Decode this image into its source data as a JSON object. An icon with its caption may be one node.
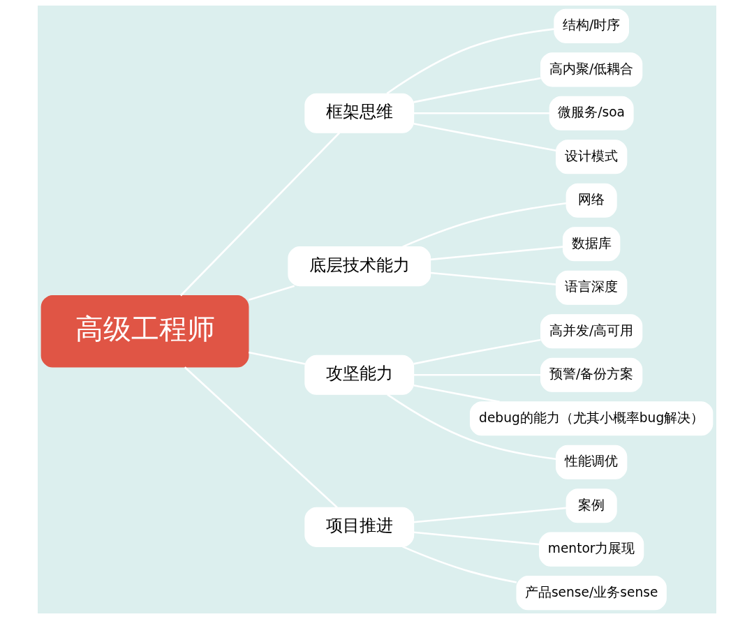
{
  "diagram": {
    "nodes": [
      {
        "text": [
          "高级工程师"
        ]
      },
      {
        "text": [
          "框架思维"
        ]
      },
      {
        "text": [
          "结构/时序"
        ]
      },
      {
        "text": [
          "高内聚/低耦合"
        ]
      },
      {
        "text": [
          "微服务/soa"
        ]
      },
      {
        "text": [
          "设计模式"
        ]
      },
      {
        "text": [
          "底层技术能力"
        ]
      },
      {
        "text": [
          "网络"
        ]
      },
      {
        "text": [
          "数据库"
        ]
      },
      {
        "text": [
          "语言深度"
        ]
      },
      {
        "text": [
          "攻坚能力"
        ]
      },
      {
        "text": [
          "高并发/高可用"
        ]
      },
      {
        "text": [
          "预警/备份方案"
        ]
      },
      {
        "text": [
          "debug的能力（尤其小概率bug解决）"
        ]
      },
      {
        "text": [
          "性能调优"
        ]
      },
      {
        "text": [
          "项目推进"
        ]
      },
      {
        "text": [
          "案例"
        ]
      },
      {
        "text": [
          "mentor力展现"
        ]
      },
      {
        "text": [
          "产品sense/业务sense"
        ]
      }
    ],
    "edges": [
      {
        "from": 0,
        "to": 1,
        "arrow": "none"
      },
      {
        "from": 1,
        "to": 2,
        "arrow": "none"
      },
      {
        "from": 1,
        "to": 3,
        "arrow": "none"
      },
      {
        "from": 1,
        "to": 4,
        "arrow": "none"
      },
      {
        "from": 1,
        "to": 5,
        "arrow": "none"
      },
      {
        "from": 0,
        "to": 6,
        "arrow": "none"
      },
      {
        "from": 6,
        "to": 7,
        "arrow": "none"
      },
      {
        "from": 6,
        "to": 8,
        "arrow": "none"
      },
      {
        "from": 6,
        "to": 9,
        "arrow": "none"
      },
      {
        "from": 0,
        "to": 10,
        "arrow": "none"
      },
      {
        "from": 10,
        "to": 11,
        "arrow": "none"
      },
      {
        "from": 10,
        "to": 12,
        "arrow": "none"
      },
      {
        "from": 10,
        "to": 13,
        "arrow": "none"
      },
      {
        "from": 10,
        "to": 14,
        "arrow": "none"
      },
      {
        "from": 0,
        "to": 15,
        "arrow": "none"
      },
      {
        "from": 15,
        "to": 16,
        "arrow": "none"
      },
      {
        "from": 15,
        "to": 17,
        "arrow": "none"
      },
      {
        "from": 15,
        "to": 18,
        "arrow": "none"
      }
    ]
  }
}
